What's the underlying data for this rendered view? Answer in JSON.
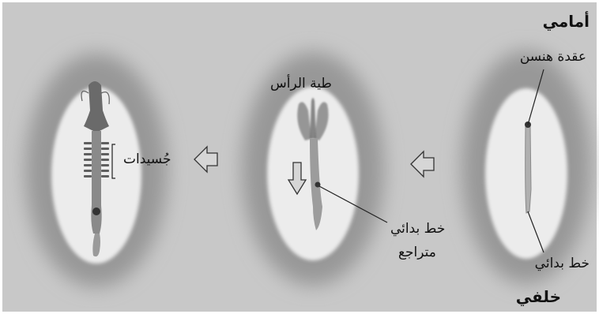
{
  "labels": {
    "anterior": "أمامي",
    "hensen_node": "عقدة هنسن",
    "primitive_streak_1": "خط بدائي",
    "posterior": "خلفي",
    "head_fold": "طية الرأس",
    "regressing_streak_line1": "خط بدائي",
    "regressing_streak_line2": "متراجع",
    "somites": "جُسيدات"
  },
  "colors": {
    "background": "#c8c8c8",
    "halo": "#969696",
    "embryo_field": "#e9e9e9",
    "arrow_fill": "#d6d6d6",
    "structure": "#6f6f6f"
  },
  "icons": [
    "left-arrow-icon",
    "left-arrow-icon",
    "down-arrow-icon"
  ]
}
